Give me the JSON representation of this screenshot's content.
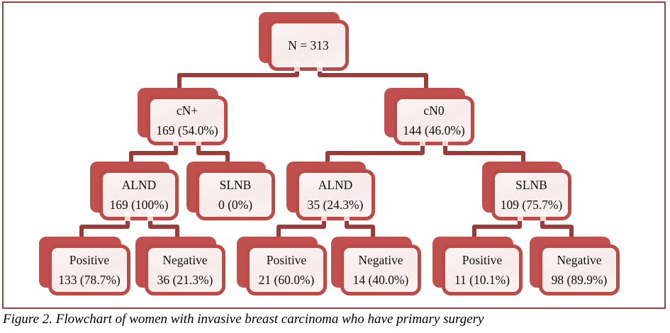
{
  "figure": {
    "caption": "Figure 2. Flowchart of women with invasive breast carcinoma who have primary surgery"
  },
  "colors": {
    "node_shadow": "#c0504d",
    "node_border": "#bc4b48",
    "node_fill": "#f8ecec",
    "connector": "#9a3d3a",
    "frame_border": "#9e403d",
    "text": "#111111"
  },
  "tree": {
    "type": "flowchart",
    "title": "Women with invasive breast carcinoma who have primary surgery",
    "total_n": 313,
    "nodes": [
      {
        "id": "root",
        "label": "N = 313",
        "value": ""
      },
      {
        "id": "cn-plus",
        "label": "cN+",
        "value": "169 (54.0%)"
      },
      {
        "id": "cn0",
        "label": "cN0",
        "value": "144 (46.0%)"
      },
      {
        "id": "alnd-cnplus",
        "label": "ALND",
        "value": "169 (100%)"
      },
      {
        "id": "slnb-cnplus",
        "label": "SLNB",
        "value": "0 (0%)"
      },
      {
        "id": "alnd-cn0",
        "label": "ALND",
        "value": "35 (24.3%)"
      },
      {
        "id": "slnb-cn0",
        "label": "SLNB",
        "value": "109 (75.7%)"
      },
      {
        "id": "pos-alnd-cnplus",
        "label": "Positive",
        "value": "133 (78.7%)"
      },
      {
        "id": "neg-alnd-cnplus",
        "label": "Negative",
        "value": "36 (21.3%)"
      },
      {
        "id": "pos-alnd-cn0",
        "label": "Positive",
        "value": "21 (60.0%)"
      },
      {
        "id": "neg-alnd-cn0",
        "label": "Negative",
        "value": "14 (40.0%)"
      },
      {
        "id": "pos-slnb-cn0",
        "label": "Positive",
        "value": "11 (10.1%)"
      },
      {
        "id": "neg-slnb-cn0",
        "label": "Negative",
        "value": "98 (89.9%)"
      }
    ],
    "edges": [
      {
        "from": "root",
        "to": "cn-plus"
      },
      {
        "from": "root",
        "to": "cn0"
      },
      {
        "from": "cn-plus",
        "to": "alnd-cnplus"
      },
      {
        "from": "cn-plus",
        "to": "slnb-cnplus"
      },
      {
        "from": "cn0",
        "to": "alnd-cn0"
      },
      {
        "from": "cn0",
        "to": "slnb-cn0"
      },
      {
        "from": "alnd-cnplus",
        "to": "pos-alnd-cnplus"
      },
      {
        "from": "alnd-cnplus",
        "to": "neg-alnd-cnplus"
      },
      {
        "from": "alnd-cn0",
        "to": "pos-alnd-cn0"
      },
      {
        "from": "alnd-cn0",
        "to": "neg-alnd-cn0"
      },
      {
        "from": "slnb-cn0",
        "to": "pos-slnb-cn0"
      },
      {
        "from": "slnb-cn0",
        "to": "neg-slnb-cn0"
      }
    ]
  }
}
